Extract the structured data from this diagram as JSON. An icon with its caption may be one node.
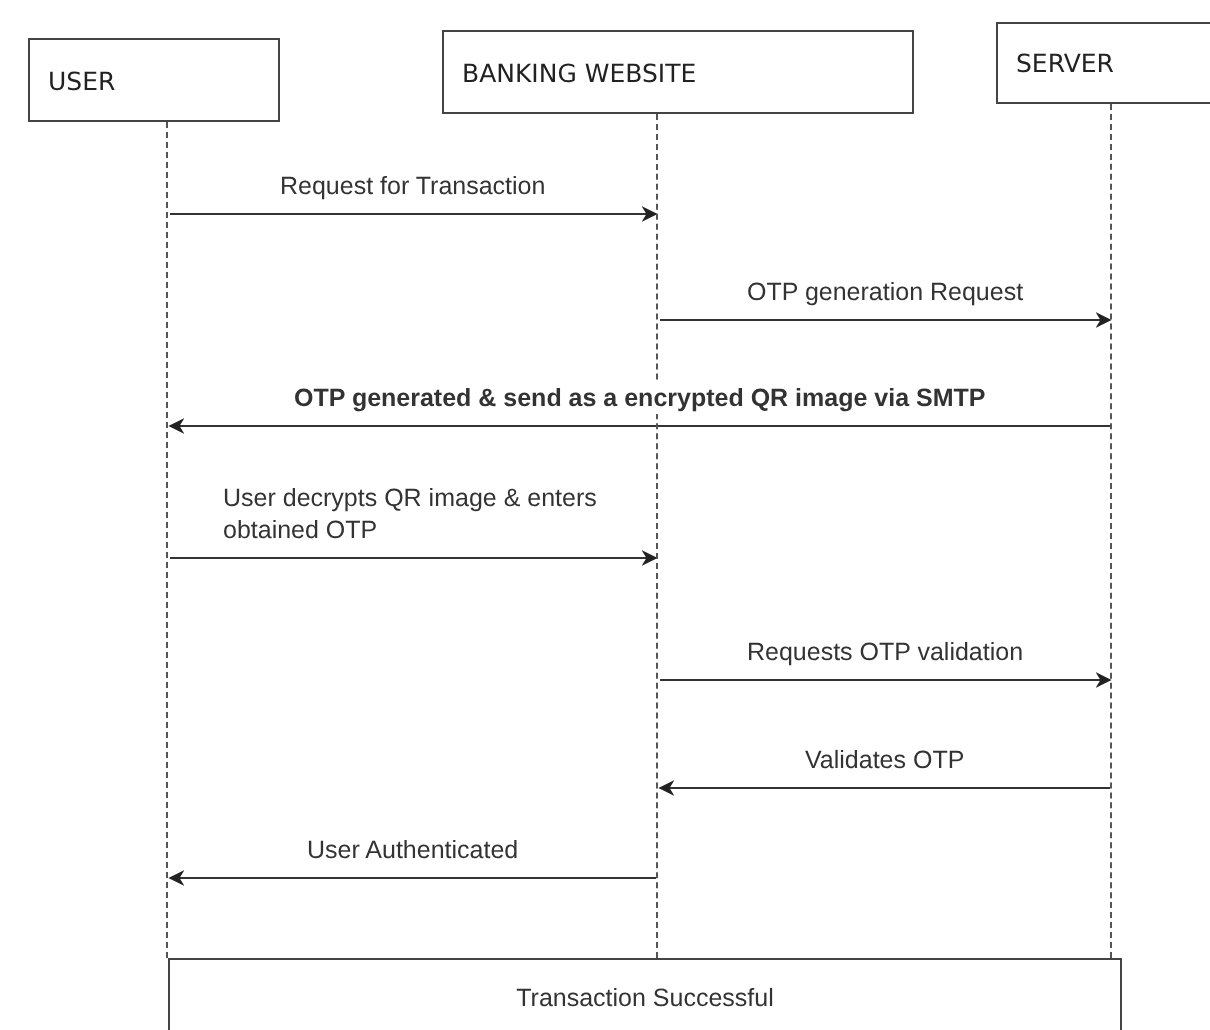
{
  "diagram": {
    "nodes": [
      {
        "text": [
          "USER"
        ]
      },
      {
        "text": [
          "BANKING WEBSITE"
        ]
      },
      {
        "text": [
          "SERVER"
        ]
      },
      {
        "text": [],
        "shape": "bar"
      },
      {
        "text": [],
        "shape": "bar"
      },
      {
        "text": [],
        "shape": "bar"
      },
      {
        "text": [
          "Transaction Successful"
        ]
      }
    ],
    "edges": [
      {
        "from": 3,
        "to": 4,
        "arrow": "to",
        "label": "Request for Transaction"
      },
      {
        "from": 4,
        "to": 5,
        "arrow": "to",
        "label": "OTP generation Request"
      },
      {
        "from": 5,
        "to": 3,
        "arrow": "to",
        "label": "**OTP generated & send as a encrypted QR image via SMTP**"
      },
      {
        "from": 3,
        "to": 4,
        "arrow": "to",
        "label": "User decrypts QR image & enters obtained OTP"
      },
      {
        "from": 4,
        "to": 5,
        "arrow": "to",
        "label": "Requests OTP validation"
      },
      {
        "from": 5,
        "to": 4,
        "arrow": "to",
        "label": "Validates OTP"
      },
      {
        "from": 4,
        "to": 3,
        "arrow": "to",
        "label": "User Authenticated"
      }
    ]
  }
}
